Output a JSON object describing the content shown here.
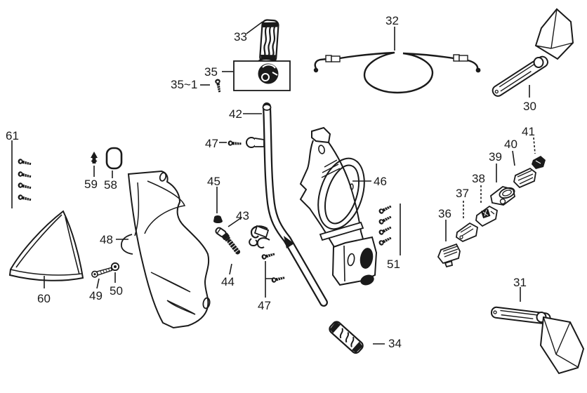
{
  "diagram": {
    "kind": "exploded-parts-diagram",
    "labels": {
      "30": "30",
      "31": "31",
      "32": "32",
      "33": "33",
      "34": "34",
      "35": "35",
      "35_1": "35~1",
      "36": "36",
      "37": "37",
      "38": "38",
      "39": "39",
      "40": "40",
      "41": "41",
      "42": "42",
      "43": "43",
      "44": "44",
      "45": "45",
      "46": "46",
      "47": "47",
      "48": "48",
      "49": "49",
      "50": "50",
      "51": "51",
      "58": "58",
      "59": "59",
      "60": "60",
      "61": "61"
    }
  },
  "colors": {
    "ink": "#1a1a1a",
    "paper": "#ffffff"
  }
}
